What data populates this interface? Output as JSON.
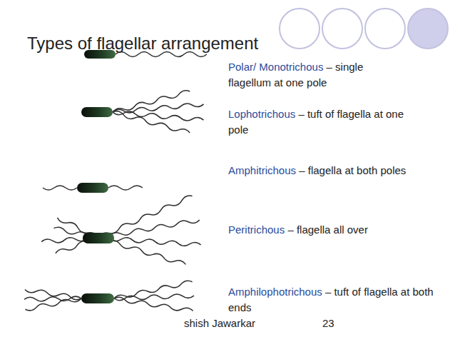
{
  "diagram": {
    "title": "Types of flagellar arrangement",
    "labels": [
      "Polar/ Monotrichous",
      "– single flagellum at one pole",
      "Lophotrichous",
      "– tuft of flagella at one pole",
      "Amphitrichous",
      "– flagella at both poles",
      "Peritrichous",
      "– flagella all over",
      "Amphilophotrichous",
      "– tuft of flagella at both ends",
      "shish Jawarkar",
      "23"
    ]
  }
}
